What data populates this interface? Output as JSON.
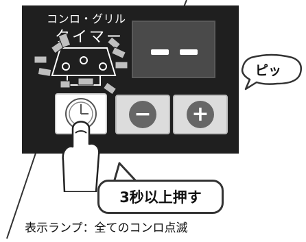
{
  "panel": {
    "title_line1": "コンロ・グリル",
    "title_line2": "タイマー"
  },
  "display": {
    "value": "– –"
  },
  "buttons": {
    "timer_icon": "clock-icon",
    "minus_label": "−",
    "plus_label": "+"
  },
  "beep_bubble": {
    "text": "ピッ"
  },
  "instruction": {
    "label": "3秒以上押す"
  },
  "caption": {
    "text": "表示ランプ：全てのコンロ点滅"
  },
  "colors": {
    "panel": "#1f1f1f",
    "display": "#4a4a4a",
    "blink_marks": "#bfbfbf",
    "button_gray": "#dcdcdc",
    "op_circle": "#666666"
  }
}
